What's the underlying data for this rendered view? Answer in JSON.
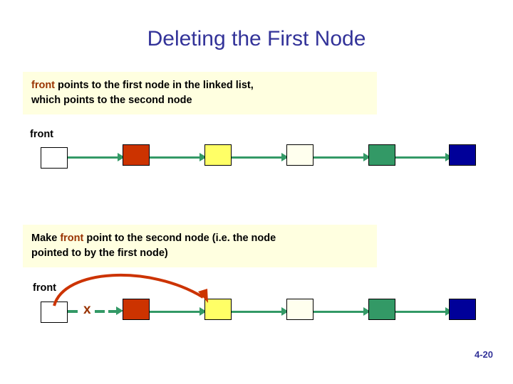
{
  "slide": {
    "title": "Deleting the First Node",
    "page_number": "4-20",
    "callouts": [
      {
        "id": "callout-1",
        "line1_highlight": "front",
        "line1_rest": " points to the first node in the linked list,",
        "line2": "which points to the second node"
      },
      {
        "id": "callout-2",
        "line1_prefix": "Make ",
        "line1_highlight": "front",
        "line1_rest": " point to the second node (i.e. the node",
        "line2": "pointed to by the first node)"
      }
    ],
    "diagrams": [
      {
        "id": "diagram-top",
        "pointer_label": "front",
        "nodes": [
          {
            "name": "front-pointer-box",
            "color": "#ffffff"
          },
          {
            "name": "node-1",
            "color": "#cc3300"
          },
          {
            "name": "node-2",
            "color": "#ffff66"
          },
          {
            "name": "node-3",
            "color": "#ffffee"
          },
          {
            "name": "node-4",
            "color": "#339966"
          },
          {
            "name": "node-5",
            "color": "#000099"
          }
        ],
        "arrow_color": "#339966"
      },
      {
        "id": "diagram-bottom",
        "pointer_label": "front",
        "x_mark": "x",
        "curve_color": "#cc3300",
        "nodes": [
          {
            "name": "front-pointer-box",
            "color": "#ffffff"
          },
          {
            "name": "node-1",
            "color": "#cc3300"
          },
          {
            "name": "node-2",
            "color": "#ffff66"
          },
          {
            "name": "node-3",
            "color": "#ffffee"
          },
          {
            "name": "node-4",
            "color": "#339966"
          },
          {
            "name": "node-5",
            "color": "#000099"
          }
        ],
        "arrow_color": "#339966"
      }
    ],
    "colors": {
      "title": "#333399",
      "callout_bg": "#ffffe0",
      "highlight": "#993300",
      "arrow": "#339966",
      "curve": "#cc3300"
    }
  }
}
